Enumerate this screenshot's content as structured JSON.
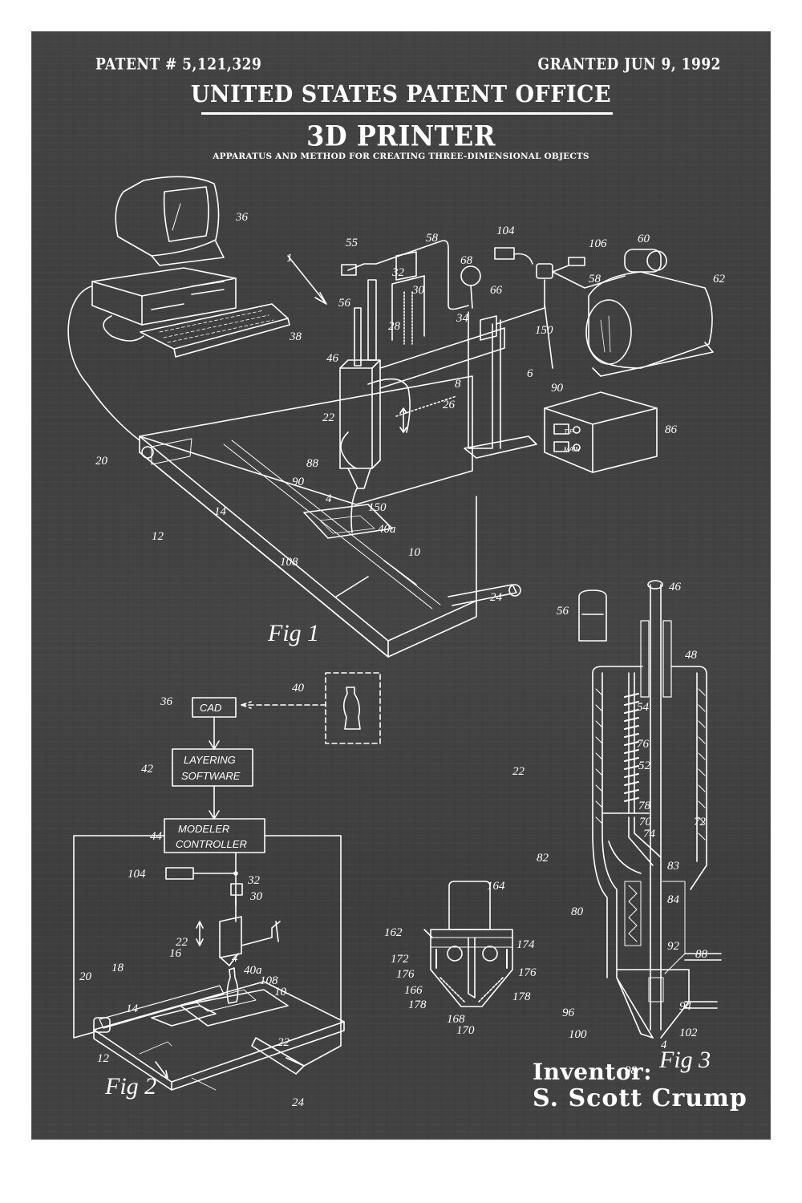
{
  "header": {
    "patent_number": "PATENT # 5,121,329",
    "granted": "GRANTED JUN 9, 1992",
    "office": "UNITED STATES PATENT OFFICE",
    "title": "3D PRINTER",
    "subtitle": "APPARATUS AND METHOD FOR CREATING THREE-DIMENSIONAL OBJECTS"
  },
  "colors": {
    "board": "#424242",
    "ink": "#ffffff",
    "page": "#ffffff"
  },
  "figures": {
    "fig1": {
      "caption": "Fig 1",
      "labels": [
        "36",
        "38",
        "1",
        "55",
        "58",
        "32",
        "30",
        "28",
        "56",
        "46",
        "34",
        "68",
        "66",
        "104",
        "106",
        "60",
        "62",
        "58",
        "150",
        "8",
        "6",
        "90",
        "26",
        "86",
        "22",
        "88",
        "90",
        "20",
        "4",
        "150",
        "14",
        "40a",
        "12",
        "108",
        "10",
        "24"
      ],
      "panel_text": {
        "tip": "TIP",
        "main": "MAIN"
      }
    },
    "fig2": {
      "caption": "Fig 2",
      "blocks": {
        "cad": "CAD",
        "layering": "LAYERING SOFTWARE",
        "layering_1": "LAYERING",
        "layering_2": "SOFTWARE",
        "modeler_1": "MODELER",
        "modeler_2": "CONTROLLER"
      },
      "labels": [
        "36",
        "40",
        "42",
        "44",
        "104",
        "32",
        "30",
        "22",
        "4",
        "16",
        "18",
        "40a",
        "20",
        "108",
        "10",
        "14",
        "12",
        "22",
        "24"
      ]
    },
    "fig_nozzle": {
      "labels": [
        "164",
        "162",
        "174",
        "172",
        "176",
        "176",
        "166",
        "178",
        "178",
        "168",
        "170"
      ]
    },
    "fig3": {
      "caption": "Fig 3",
      "labels": [
        "56",
        "46",
        "48",
        "54",
        "76",
        "52",
        "22",
        "78",
        "70",
        "74",
        "72",
        "82",
        "83",
        "80",
        "84",
        "92",
        "88",
        "94",
        "96",
        "102",
        "100",
        "4",
        "98"
      ]
    }
  },
  "inventor": {
    "label": "Inventor:",
    "name": "S. Scott Crump"
  }
}
